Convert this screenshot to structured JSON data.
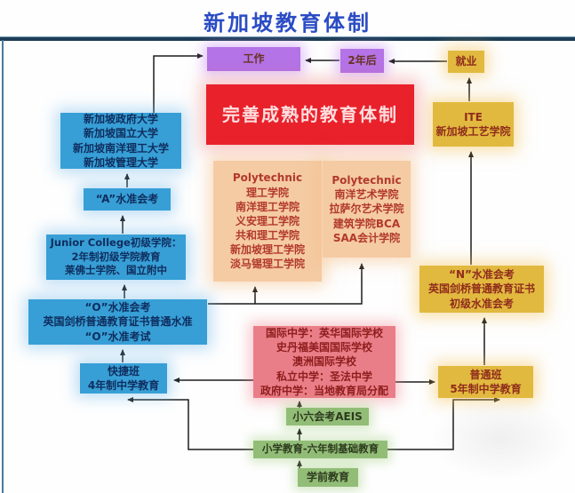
{
  "page": {
    "title": "新加坡教育体制"
  },
  "colors": {
    "title_blue": "#2b4cc4",
    "rule_navy": "#1d3d55",
    "box_blue": "#379fd6",
    "box_purple": "#b473e6",
    "box_gold": "#e2b93f",
    "box_red": "#e8212b",
    "box_peach": "#f5cba4",
    "box_pink": "#ea7e88",
    "box_green": "#92bd77",
    "arrow_black": "#1c1c1c"
  },
  "nodes": {
    "work": {
      "label": "工作"
    },
    "two_years": {
      "label": "2年后"
    },
    "employment": {
      "label": "就业"
    },
    "red_banner": {
      "label": "完善成熟的教育体制"
    },
    "universities": {
      "label": "新加坡政府大学\n新加坡国立大学\n新加坡南洋理工大学\n新加坡管理大学"
    },
    "a_level": {
      "label": "“A”水准会考"
    },
    "junior_college": {
      "label": "Junior College初级学院：\n2年制初级学院教育\n莱佛士学院、国立附中"
    },
    "o_level": {
      "label": "“O”水准会考\n英国剑桥普通教育证书普通水准\n“O”水准考试"
    },
    "express_stream": {
      "label": "快捷班\n4年制中学教育"
    },
    "poly_left": {
      "label": "Polytechnic\n理工学院\n南洋理工学院\n义安理工学院\n共和理工学院\n新加坡理工学院\n淡马锡理工学院"
    },
    "poly_right": {
      "label": "Polytechnic\n南洋艺术学院\n拉萨尔艺术学院\n建筑学院BCA\nSAA会计学院"
    },
    "ite": {
      "label": "ITE\n新加坡工艺学院"
    },
    "n_level": {
      "label": "“N”水准会考\n英国剑桥普通教育证书\n初级水准会考"
    },
    "normal_stream": {
      "label": "普通班\n5年制中学教育"
    },
    "intl_school": {
      "label": "国际中学：英华国际学校\n史丹福美国国际学校\n澳洲国际学校\n私立中学：圣法中学\n政府中学：当地教育局分配"
    },
    "psle": {
      "label": "小六会考AEIS"
    },
    "primary": {
      "label": "小学教育-六年制基础教育"
    },
    "preschool": {
      "label": "学前教育"
    }
  }
}
